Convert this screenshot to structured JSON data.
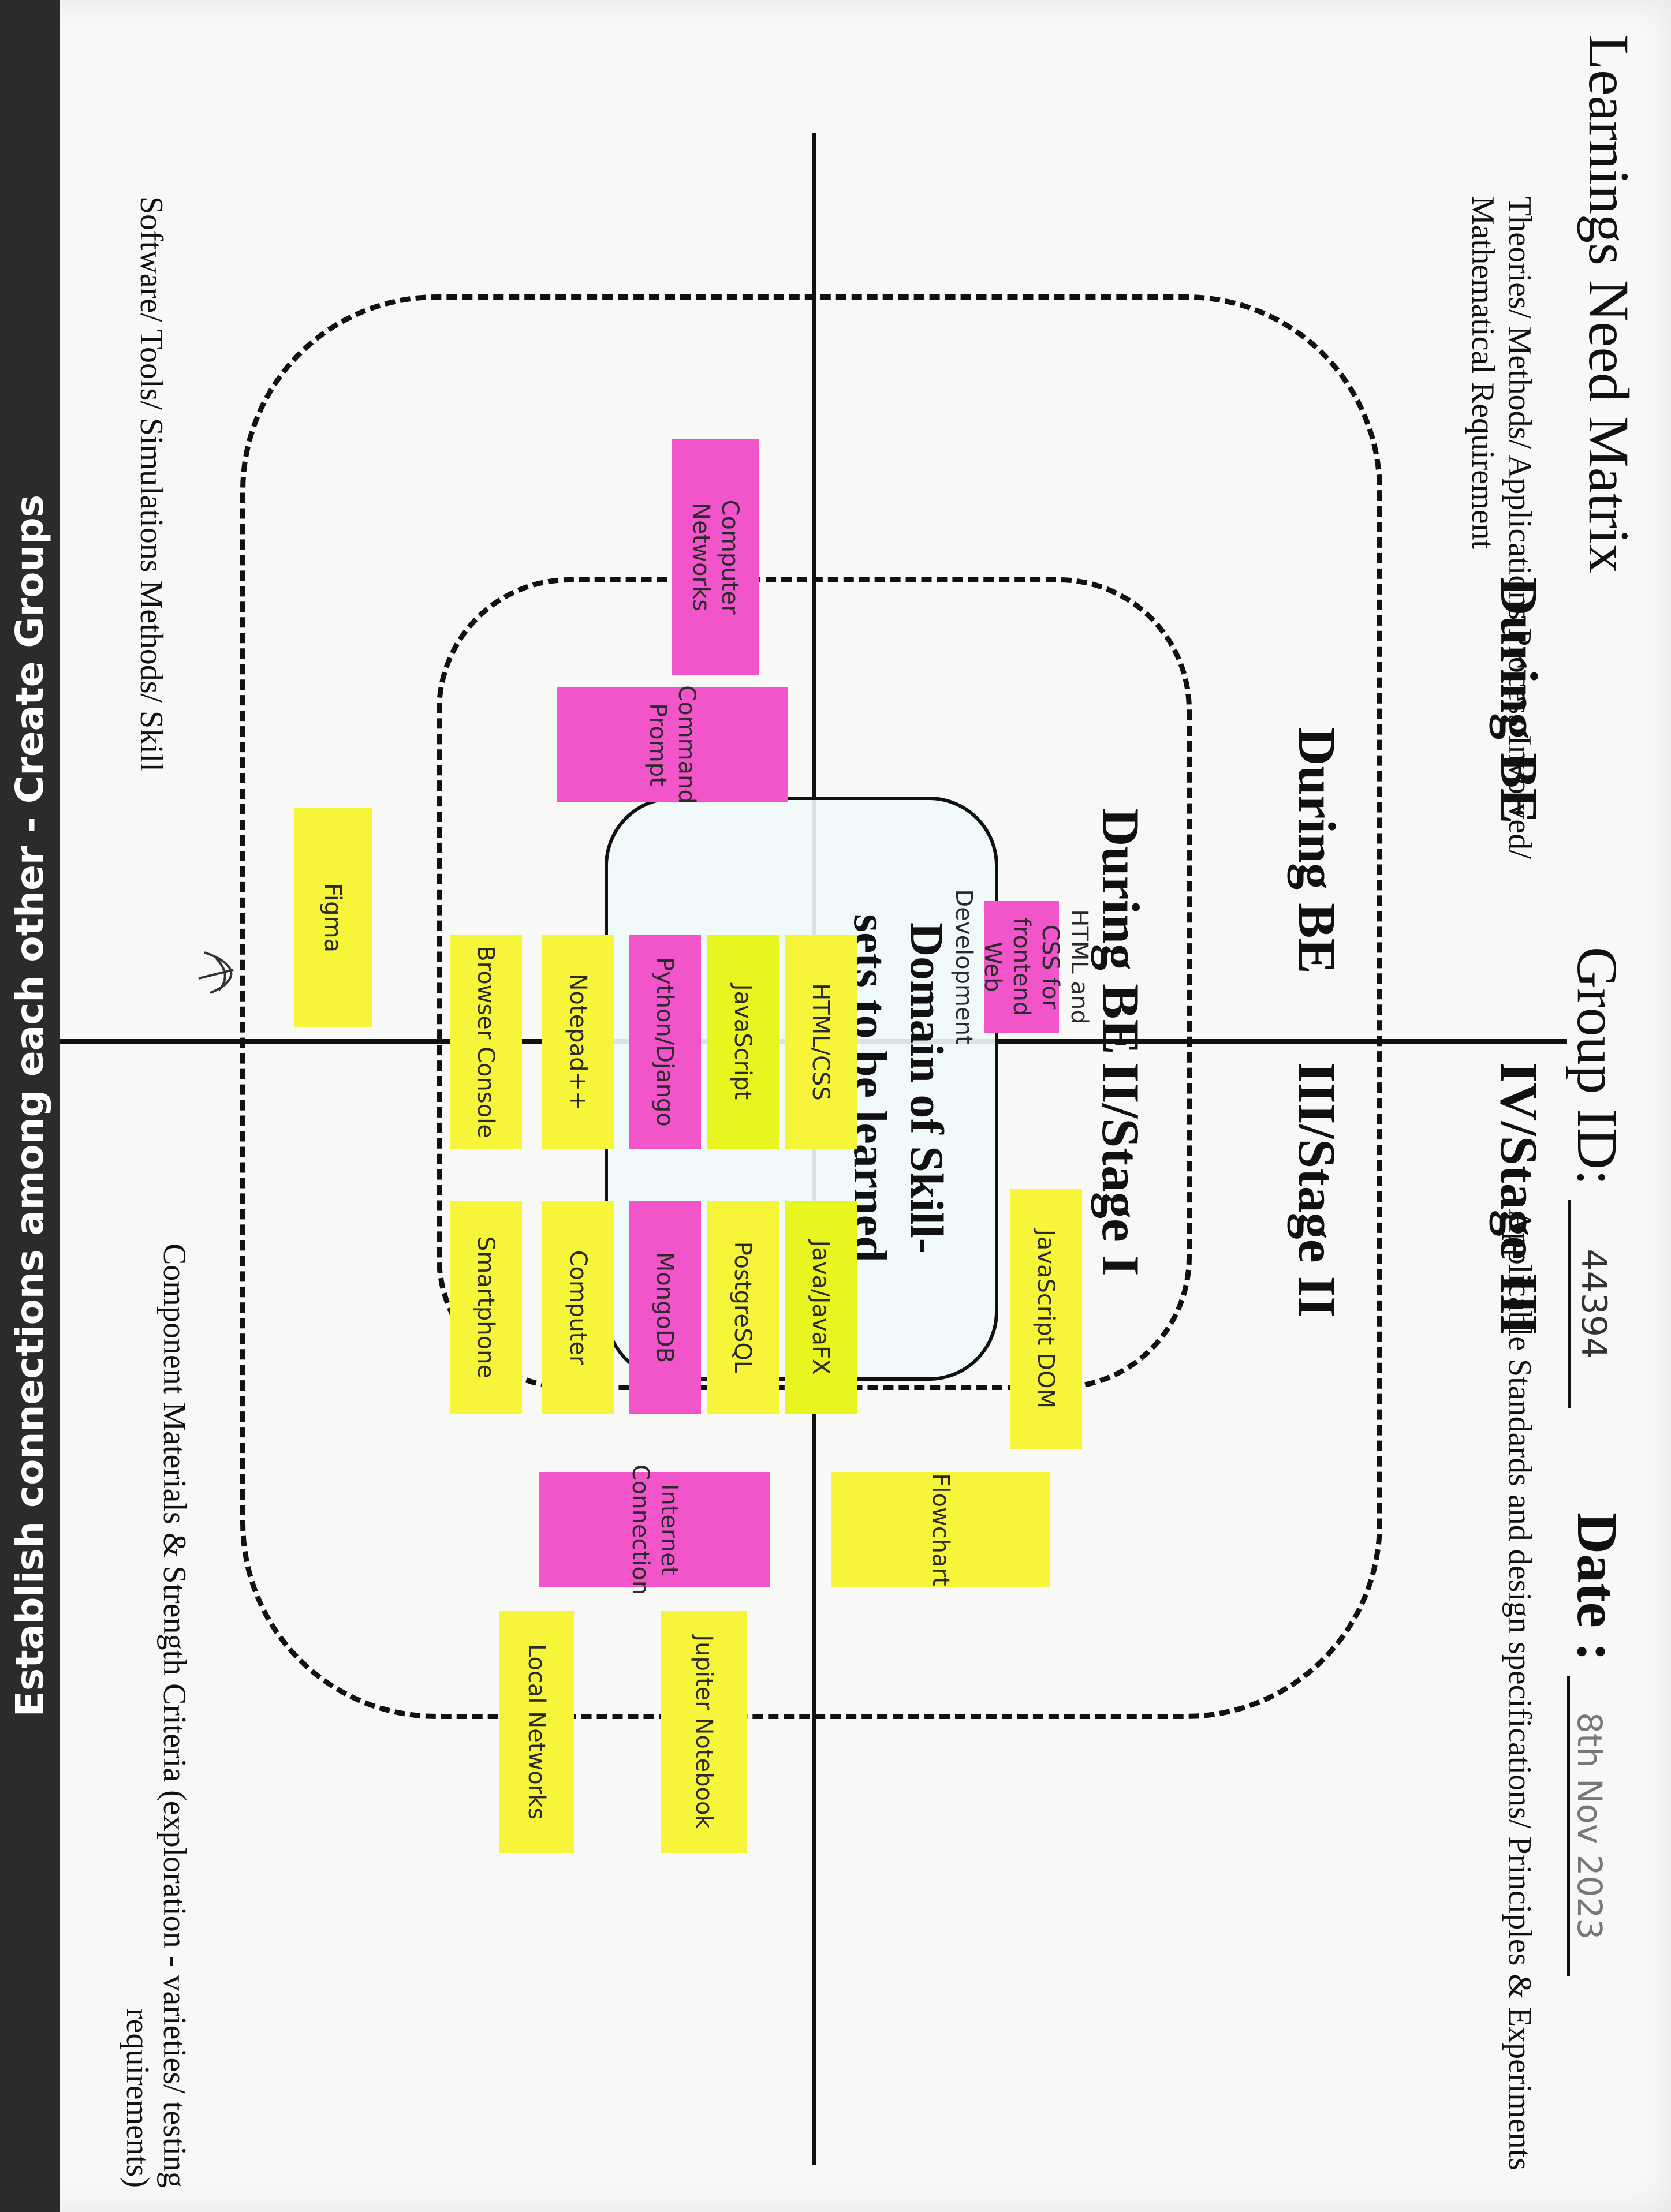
{
  "header": {
    "title": "Learnings Need Matrix",
    "group_id_label": "Group ID:",
    "group_id_value": "44394",
    "date_label": "Date :",
    "date_value": "8th Nov 2023"
  },
  "quadrants": {
    "top_left": "Theories/ Methods/ Applications Process Involved/ Mathematical Requirement",
    "top_right": "Applicable Standards and design specifications/ Principles & Experiments",
    "bottom_left": "Software/ Tools/ Simulations Methods/ Skill",
    "bottom_right": "Component Materials & Strength Criteria (exploration - varieties/ testing requirements)"
  },
  "stages": {
    "outer_left": "During BE",
    "outer_right": "IV/Stage III",
    "middle_left": "During BE",
    "middle_right": "III/Stage II",
    "inner_left": "During BE",
    "inner_right": "II/Stage I"
  },
  "core": {
    "title": "Domain of Skill-sets to be learned"
  },
  "notes": {
    "html_css_frontend": "HTML and CSS for frontend Web Development",
    "javascript_dom": "JavaScript DOM",
    "flowchart": "Flowchart",
    "html_css": "HTML/CSS",
    "javascript": "JavaScript",
    "python_django": "Python/Django",
    "java_javafx": "Java/JavaFX",
    "postgresql": "PostgreSQL",
    "mongodb": "MongoDB",
    "internet_connection": "Internet Connection",
    "computer": "Computer",
    "smartphone": "Smartphone",
    "notepad": "Notepad++",
    "browser_console": "Browser Console",
    "command_prompt": "Command Prompt",
    "figma": "Figma",
    "computer_networks": "Computer Networks",
    "jupyter_notebook": "Jupiter Notebook",
    "local_networks": "Local Networks"
  },
  "banner": {
    "text": "Establish connections among each other - Create Groups"
  },
  "colors": {
    "yellow": "#f7f53a",
    "pink": "#f254c9",
    "banner": "#2b2b2b"
  }
}
